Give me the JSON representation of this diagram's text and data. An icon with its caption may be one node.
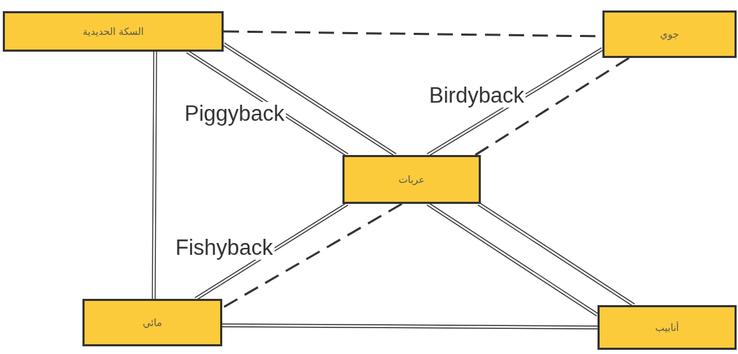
{
  "diagram": {
    "nodes": [
      {
        "text": [
          "السكة الحديدية"
        ]
      },
      {
        "text": [
          "جوي"
        ]
      },
      {
        "text": [
          "عربات"
        ]
      },
      {
        "text": [
          "مائي"
        ]
      },
      {
        "text": [
          "أنابيب"
        ]
      }
    ],
    "edges": [
      {
        "from": 0,
        "to": 1,
        "arrow": "none",
        "style": "dashed"
      },
      {
        "from": 0,
        "to": 2,
        "arrow": "none",
        "label": "Piggyback"
      },
      {
        "from": 0,
        "to": 2,
        "arrow": "none"
      },
      {
        "from": 1,
        "to": 2,
        "arrow": "none",
        "label": "Birdyback"
      },
      {
        "from": 1,
        "to": 2,
        "arrow": "none",
        "style": "dashed"
      },
      {
        "from": 0,
        "to": 3,
        "arrow": "none"
      },
      {
        "from": 2,
        "to": 3,
        "arrow": "none",
        "label": "Fishyback"
      },
      {
        "from": 2,
        "to": 3,
        "arrow": "none",
        "style": "dashed"
      },
      {
        "from": 2,
        "to": 4,
        "arrow": "none"
      },
      {
        "from": 2,
        "to": 4,
        "arrow": "none"
      },
      {
        "from": 3,
        "to": 4,
        "arrow": "none"
      }
    ]
  }
}
